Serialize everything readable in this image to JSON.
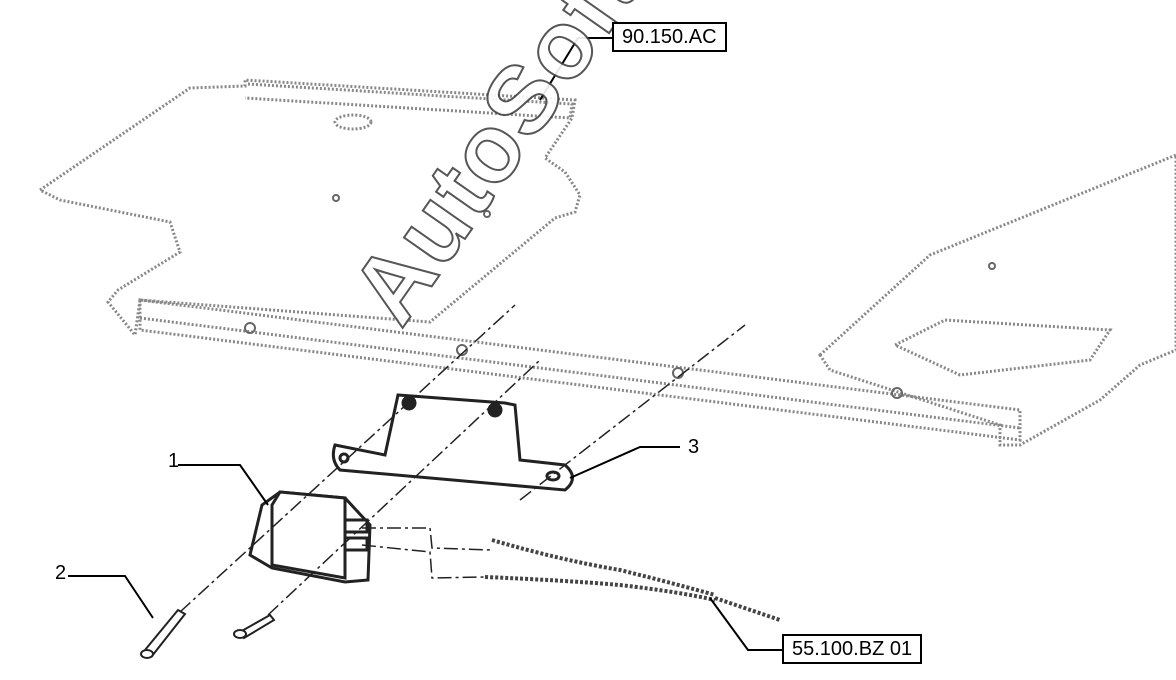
{
  "references": {
    "top": "90.150.AC",
    "bottom": "55.100.BZ 01"
  },
  "callouts": [
    "1",
    "2",
    "3"
  ],
  "watermark": "AutoSoft"
}
